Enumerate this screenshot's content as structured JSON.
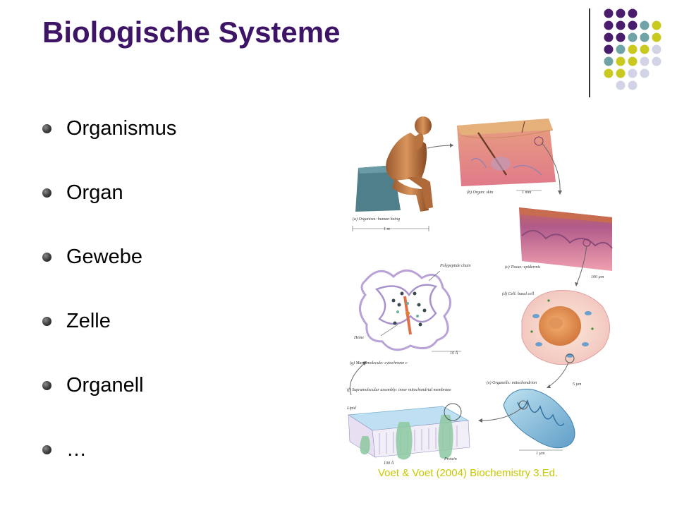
{
  "slide": {
    "title": "Biologische Systeme",
    "bullets": [
      {
        "label": "Organismus"
      },
      {
        "label": "Organ"
      },
      {
        "label": "Gewebe"
      },
      {
        "label": "Zelle"
      },
      {
        "label": "Organell"
      },
      {
        "label": "…"
      }
    ],
    "credit": "Voet & Voet (2004) Biochemistry 3.Ed.",
    "figure_labels": {
      "a": "(a) Organism: human being",
      "a_scale": "1 m",
      "b": "(b) Organ: skin",
      "b_scale": "1 mm",
      "c": "(c) Tissue: epidermis",
      "c_scale": "100 µm",
      "d": "(d) Cell: basal cell",
      "d_scale": "5 µm",
      "e": "(e) Organelle: mitochondrion",
      "e_scale": "1 µm",
      "f": "(f) Supramolecular assembly: inner mitochondrial membrane",
      "f_lipid": "Lipid",
      "f_protein": "Protein",
      "f_scale": "100 Å",
      "g": "(g) Macromolecule: cytochrome c",
      "g_scale": "10 Å",
      "g_chain": "Polypeptide chain",
      "g_heme": "Heme"
    }
  },
  "theme": {
    "title_color": "#3d1466",
    "dot_purple": "#4a1c6e",
    "dot_teal": "#6fa3a6",
    "dot_yellow": "#c9c920",
    "dot_lavender": "#d3d3e8",
    "credit_color": "#c8c800"
  }
}
